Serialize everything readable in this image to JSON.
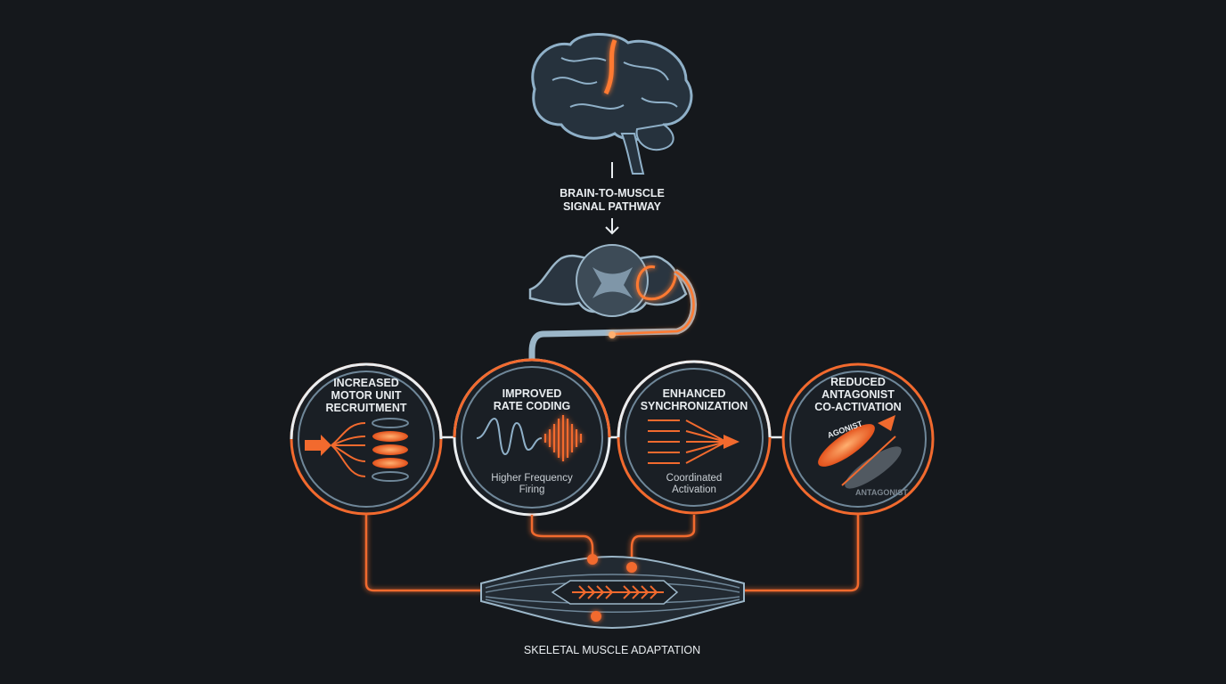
{
  "colors": {
    "background": "#15181c",
    "accent": "#f26a2e",
    "outline": "#6f8799",
    "white": "#e9edf0"
  },
  "pathway": {
    "line1": "BRAIN-TO-MUSCLE",
    "line2": "SIGNAL PATHWAY"
  },
  "nodes": [
    {
      "title": [
        "INCREASED",
        "MOTOR UNIT",
        "RECRUITMENT"
      ],
      "caption": [],
      "icon": "fan-out-arrows-muscle-fibers-icon"
    },
    {
      "title": [
        "IMPROVED",
        "RATE CODING"
      ],
      "caption": [
        "Higher Frequency",
        "Firing"
      ],
      "icon": "waveform-icon"
    },
    {
      "title": [
        "ENHANCED",
        "SYNCHRONIZATION"
      ],
      "caption": [
        "Coordinated",
        "Activation"
      ],
      "icon": "converging-arrows-icon"
    },
    {
      "title": [
        "REDUCED",
        "ANTAGONIST",
        "CO-ACTIVATION"
      ],
      "caption": [],
      "agonist": "AGONIST",
      "antagonist": "ANTAGONIST",
      "icon": "agonist-antagonist-muscles-icon"
    }
  ],
  "footer": {
    "title": "SKELETAL MUSCLE ADAPTATION"
  }
}
